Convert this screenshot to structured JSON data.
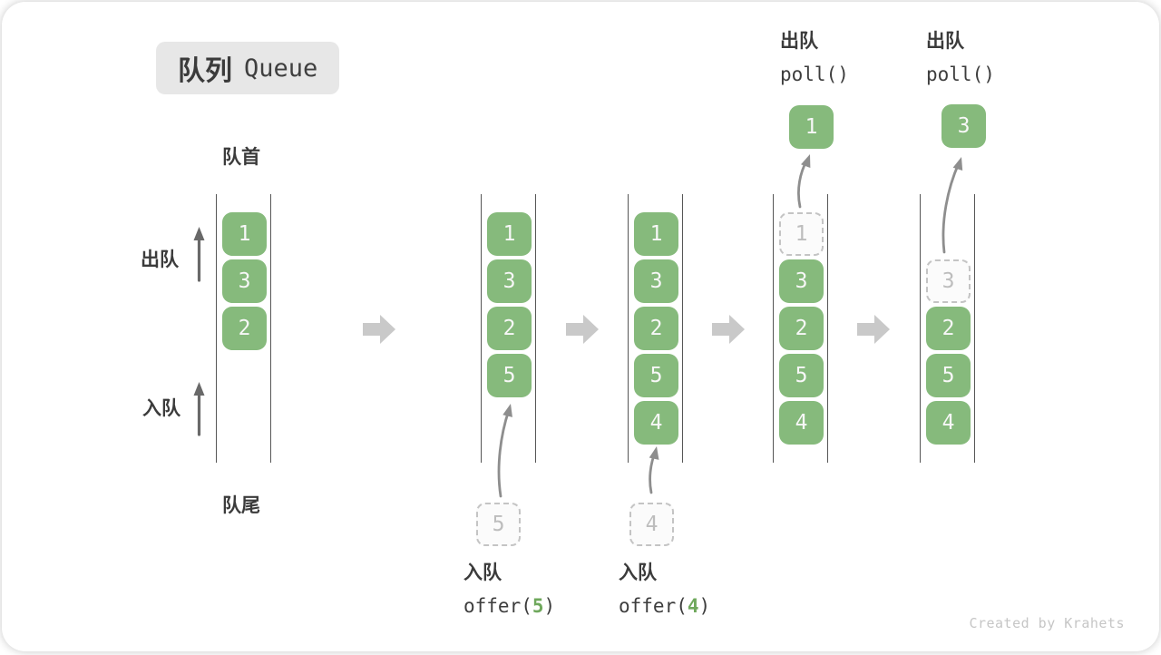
{
  "title": {
    "zh": "队列",
    "en": "Queue"
  },
  "labels": {
    "front": "队首",
    "rear": "队尾",
    "dequeue": "出队",
    "enqueue": "入队"
  },
  "operations": {
    "poll1": {
      "label": "出队",
      "code": "poll()",
      "value": "1"
    },
    "poll2": {
      "label": "出队",
      "code": "poll()",
      "value": "3"
    },
    "offer5": {
      "label": "入队",
      "fn": "offer(",
      "arg": "5",
      "close": ")"
    },
    "offer4": {
      "label": "入队",
      "fn": "offer(",
      "arg": "4",
      "close": ")"
    }
  },
  "queues": {
    "q1": {
      "cells": [
        "1",
        "3",
        "2"
      ]
    },
    "q2": {
      "cells": [
        "1",
        "3",
        "2",
        "5"
      ],
      "pending": "5"
    },
    "q3": {
      "cells": [
        "1",
        "3",
        "2",
        "5",
        "4"
      ],
      "pending": "4"
    },
    "q4": {
      "removed": "1",
      "cells": [
        "3",
        "2",
        "5",
        "4"
      ]
    },
    "q5": {
      "removed": "3",
      "cells": [
        "2",
        "5",
        "4"
      ]
    }
  },
  "watermark": "Created by Krahets",
  "colors": {
    "box_green": "#86ba7c",
    "code_arg_green": "#6fa85c",
    "block_arrow_gray": "#c9c9c9",
    "dashed_gray": "#c4c4c4",
    "text_dark": "#3b3b3b"
  }
}
